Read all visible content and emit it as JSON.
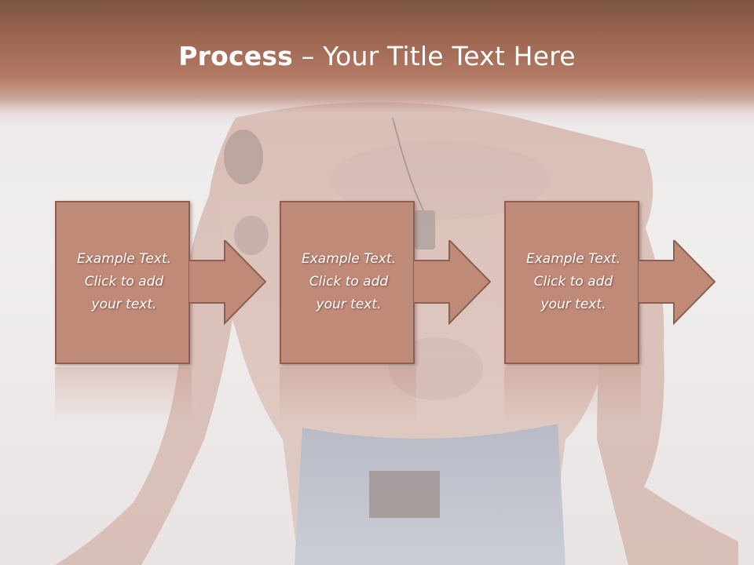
{
  "slide": {
    "title_bold": "Process",
    "title_rest": " – Your Title Text Here",
    "background_icon": "shirtless-man-photo",
    "accent_color": "#c08a78",
    "band_color": "#9c6651"
  },
  "steps": [
    {
      "line1": "Example Text.",
      "line2": "Click  to add",
      "line3": "your text."
    },
    {
      "line1": "Example Text.",
      "line2": "Click  to add",
      "line3": "your text."
    },
    {
      "line1": "Example Text.",
      "line2": "Click  to add",
      "line3": "your text."
    }
  ]
}
